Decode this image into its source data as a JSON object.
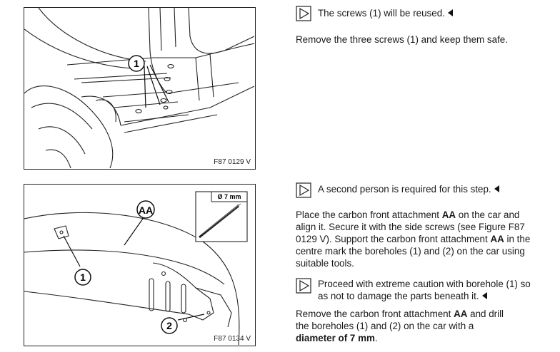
{
  "figures": [
    {
      "ref": "F87 0129 V",
      "callouts": [
        "1"
      ]
    },
    {
      "ref": "F87 0134 V",
      "callouts": [
        "AA",
        "1",
        "2"
      ],
      "drill_label": "Ø 7 mm"
    }
  ],
  "notes": {
    "reuse": "The screws (1) will be reused.",
    "second_person": "A second person is required for this step.",
    "caution": "Proceed with extreme caution with borehole (1) so as not to damage the parts beneath it."
  },
  "steps": {
    "remove_screws": "Remove the three screws (1) and keep them safe.",
    "place_1": "Place the carbon front attachment ",
    "place_aa_1": "AA",
    "place_2": " on the car and align it. Secure it with the side screws (see Figure F87 0129 V). Support the carbon front attachment ",
    "place_aa_2": "AA",
    "place_3": " in the centre mark the boreholes (1) and (2) on the car using suitable tools.",
    "drill_1": "Remove the carbon front attachment ",
    "drill_aa": "AA",
    "drill_2": " and drill the boreholes (1) and (2) on the car with a ",
    "drill_bold": "diameter of 7 mm",
    "drill_3": "."
  },
  "icons": {
    "note_icon": "play-triangle-box-icon",
    "end_marker": "left-triangle-end-icon"
  }
}
